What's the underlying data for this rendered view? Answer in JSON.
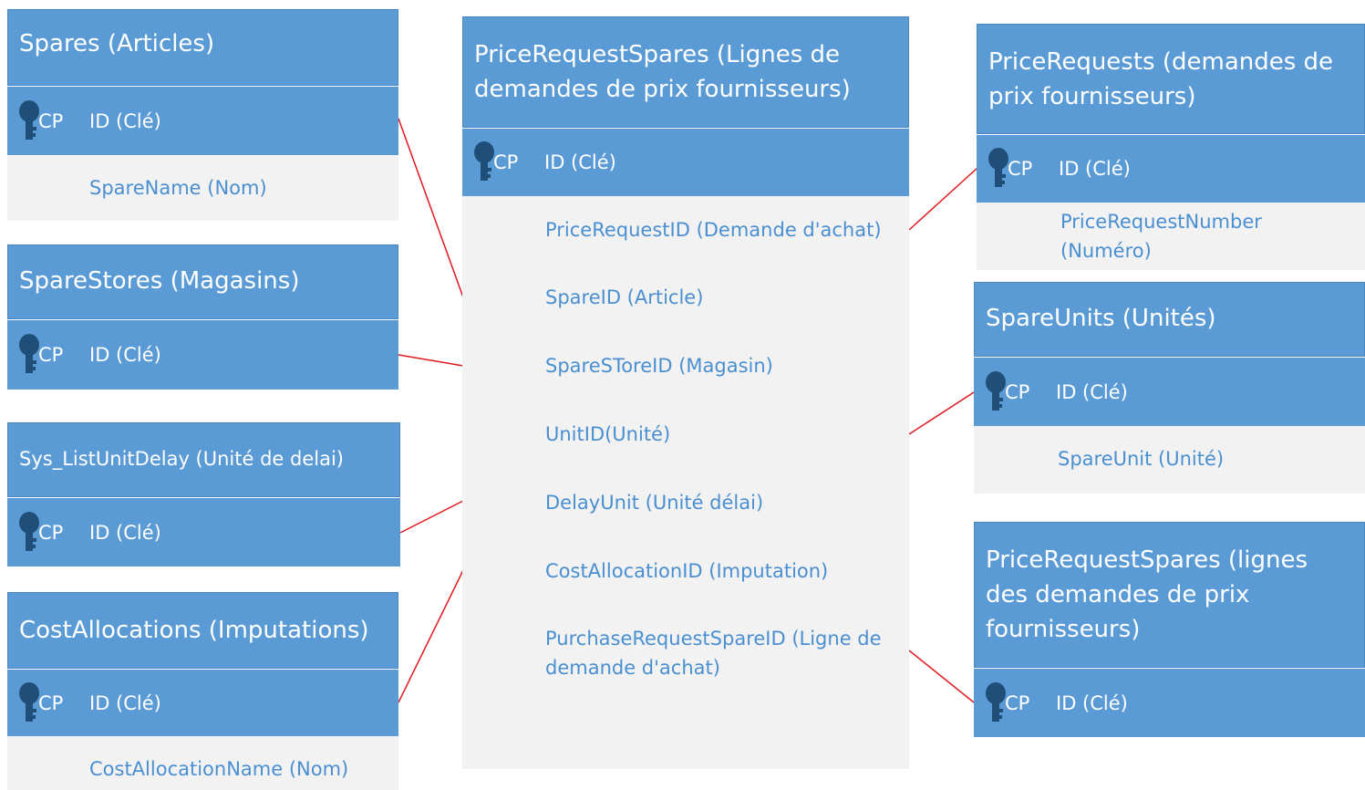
{
  "colors": {
    "header": "#5b9bd5",
    "body": "#f2f2f2",
    "field_text": "#4a8fd1",
    "connector": "#e0191e"
  },
  "pk_label": "CP",
  "key_icon": "key-icon",
  "entities": {
    "spares": {
      "title": "Spares (Articles)",
      "pk": "ID (Clé)",
      "fields": [
        "SpareName (Nom)"
      ]
    },
    "sparestores": {
      "title": "SpareStores (Magasins)",
      "pk": "ID (Clé)"
    },
    "sysunitdelay": {
      "title": "Sys_ListUnitDelay (Unité de delai)",
      "pk": "ID (Clé)"
    },
    "costallocations": {
      "title": "CostAllocations (Imputations)",
      "pk": "ID (Clé)",
      "fields": [
        "CostAllocationName (Nom)"
      ]
    },
    "pricerequestspares": {
      "title": "PriceRequestSpares (Lignes de demandes de prix fournisseurs)",
      "pk": "ID (Clé)",
      "fields": [
        "PriceRequestID (Demande d'achat)",
        "SpareID (Article)",
        "SpareSToreID (Magasin)",
        "UnitID(Unité)",
        "DelayUnit (Unité délai)",
        "CostAllocationID (Imputation)",
        "PurchaseRequestSpareID (Ligne de demande d'achat)"
      ]
    },
    "pricerequests": {
      "title": "PriceRequests (demandes de prix fournisseurs)",
      "pk": "ID (Clé)",
      "fields": [
        "PriceRequestNumber (Numéro)"
      ]
    },
    "spareunits": {
      "title": "SpareUnits (Unités)",
      "pk": "ID (Clé)",
      "fields": [
        "SpareUnit (Unité)"
      ]
    },
    "pricerequestspares2": {
      "title": "PriceRequestSpares (lignes des demandes de prix fournisseurs)",
      "pk": "ID (Clé)"
    }
  }
}
